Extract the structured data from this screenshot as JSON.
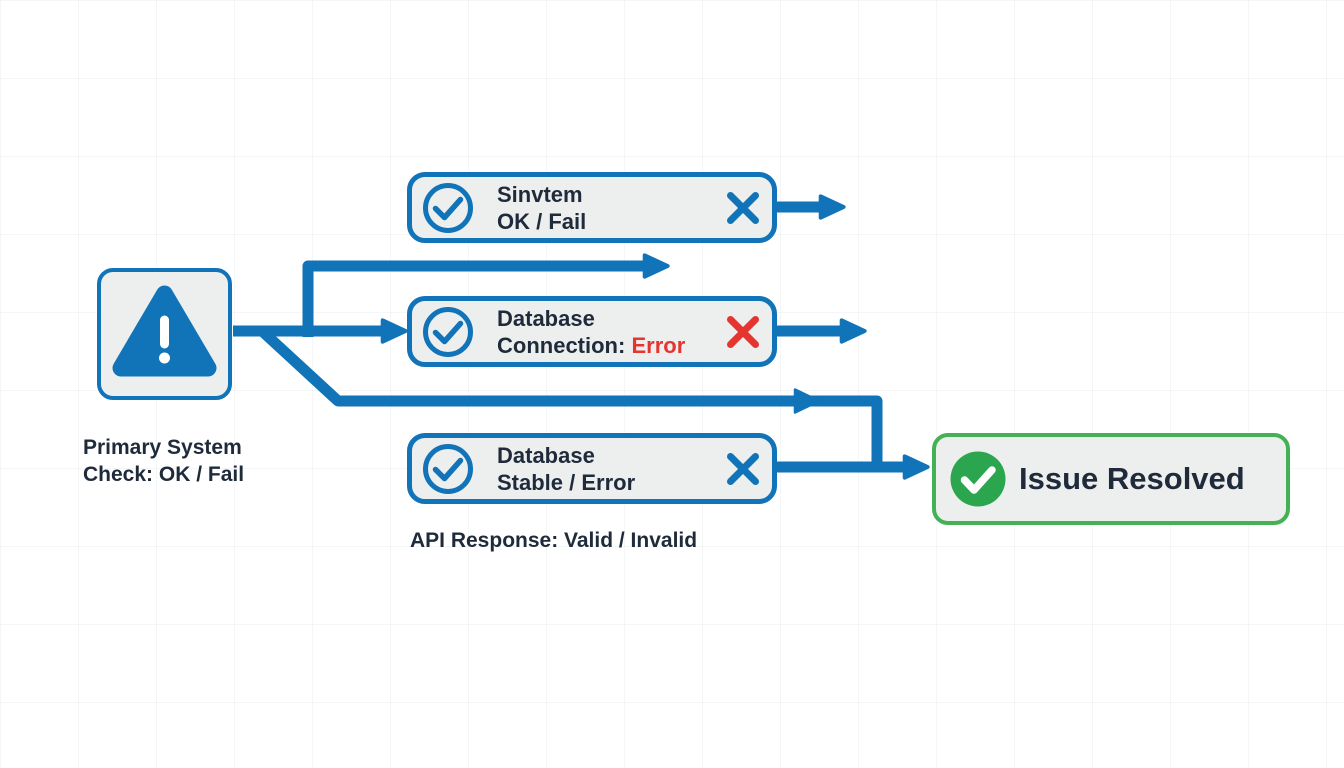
{
  "colors": {
    "connector_blue": "#1173b8",
    "error_red": "#e53530",
    "success_green": "#2ba64f",
    "resolved_border_green": "#44b254",
    "text_navy": "#1f2b3a",
    "node_background": "#edefef"
  },
  "diagram": {
    "primary_node": {
      "icon": "warning-triangle",
      "caption_line1": "Primary System",
      "caption_line2": "Check: OK / Fail"
    },
    "checks": [
      {
        "line1": "Sinvtem",
        "line2": "OK / Fail",
        "status_icon": "x-mark",
        "status_color": "blue"
      },
      {
        "line1": "Database",
        "line2_prefix": "Connection:",
        "line2_error": "Error",
        "status_icon": "x-mark",
        "status_color": "red"
      },
      {
        "line1": "Database",
        "line2": "Stable / Error",
        "status_icon": "x-mark",
        "status_color": "blue"
      }
    ],
    "api_caption": "API Response: Valid / Invalid",
    "resolved_node": {
      "icon": "check-circle-green",
      "label": "Issue Resolved"
    }
  }
}
